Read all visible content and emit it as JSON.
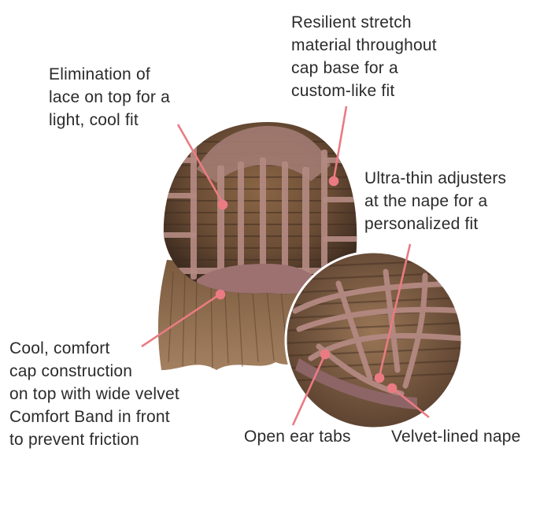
{
  "callouts": {
    "lace_top": "Elimination of\nlace on top for a\nlight, cool fit",
    "stretch": "Resilient stretch\nmaterial throughout\ncap base for a\ncustom-like fit",
    "adjusters": "Ultra-thin adjusters\nat the nape for a\npersonalized fit",
    "comfort_band": "Cool, comfort\ncap construction\non top with wide velvet\nComfort Band in front\nto prevent friction",
    "ear_tabs": "Open ear tabs",
    "nape": "Velvet-lined nape"
  },
  "colors": {
    "leader_line": "#ea7b83",
    "cap_mesh": "#b48a82",
    "hair_dark": "#5a4030",
    "hair_light": "#a9825f",
    "text": "#2b2b2b"
  }
}
